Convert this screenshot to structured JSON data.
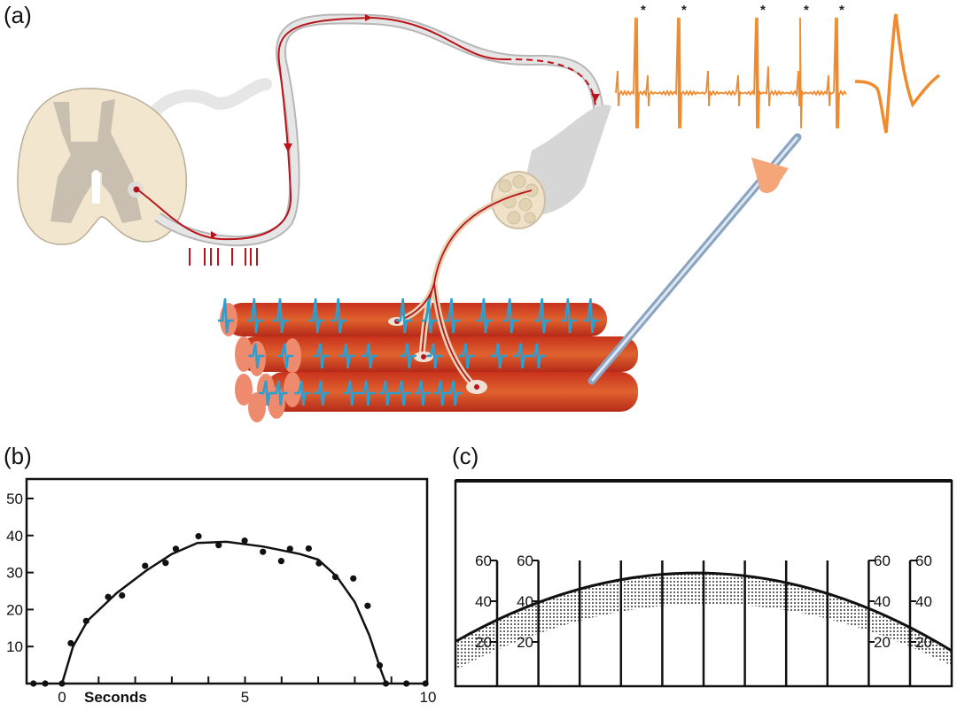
{
  "panels": {
    "a": {
      "label": "(a)",
      "spike_markers": [
        "*",
        "*",
        "*",
        "*",
        "*"
      ]
    },
    "b": {
      "label": "(b)"
    },
    "c": {
      "label": "(c)"
    }
  },
  "colors": {
    "nerve": "#b8141c",
    "muscle": "#d9502a",
    "muscle_light": "#ee8a6e",
    "potential": "#2a9fd0",
    "emg": "#f08a2c",
    "sheath": "#cfcfcf",
    "cord": "#f2e6cf",
    "grey_matter": "#c9bfb0"
  },
  "chart_data": [
    {
      "type": "scatter",
      "title": "",
      "xlabel": "Seconds",
      "ylabel": "",
      "xlim": [
        -1.5,
        10
      ],
      "ylim": [
        0,
        55
      ],
      "xticks": [
        "0",
        "5",
        "10"
      ],
      "yticks": [
        "10",
        "20",
        "30",
        "40",
        "50"
      ],
      "points": [
        [
          -0.78,
          0
        ],
        [
          -0.46,
          0
        ],
        [
          0,
          0
        ],
        [
          0.24,
          10.9
        ],
        [
          0.66,
          16.9
        ],
        [
          1.26,
          23.4
        ],
        [
          1.64,
          23.8
        ],
        [
          2.27,
          31.8
        ],
        [
          2.83,
          32.6
        ],
        [
          3.11,
          36.4
        ],
        [
          3.73,
          39.8
        ],
        [
          4.28,
          37.4
        ],
        [
          4.99,
          38.6
        ],
        [
          5.49,
          35.6
        ],
        [
          5.99,
          33.1
        ],
        [
          6.23,
          36.4
        ],
        [
          6.74,
          36.5
        ],
        [
          7.02,
          32.5
        ],
        [
          7.47,
          28.8
        ],
        [
          7.96,
          28.4
        ],
        [
          8.35,
          21.0
        ],
        [
          8.68,
          4.9
        ],
        [
          8.85,
          0
        ],
        [
          9.41,
          0
        ],
        [
          9.93,
          0
        ]
      ],
      "fit_curve": [
        [
          0,
          0
        ],
        [
          0.3,
          10
        ],
        [
          0.7,
          17
        ],
        [
          1.5,
          24.5
        ],
        [
          2.3,
          30.5
        ],
        [
          3,
          35
        ],
        [
          3.7,
          38
        ],
        [
          4.5,
          38.3
        ],
        [
          5.5,
          37
        ],
        [
          6.5,
          35
        ],
        [
          7,
          33.5
        ],
        [
          7.5,
          29
        ],
        [
          8,
          22
        ],
        [
          8.4,
          13
        ],
        [
          8.7,
          4
        ],
        [
          8.85,
          0
        ]
      ]
    },
    {
      "type": "line",
      "title": "",
      "yticks_left": [
        "60",
        "40",
        "20"
      ],
      "yticks_left2": [
        "60",
        "40",
        "20"
      ],
      "yticks_right": [
        "60",
        "40",
        "20"
      ],
      "yticks_right2": [
        "60",
        "40",
        "20"
      ],
      "ylim": [
        0,
        60
      ],
      "n_vertical_lines": 11,
      "arc_peak": 55,
      "arc_ends": [
        20,
        17
      ]
    }
  ]
}
